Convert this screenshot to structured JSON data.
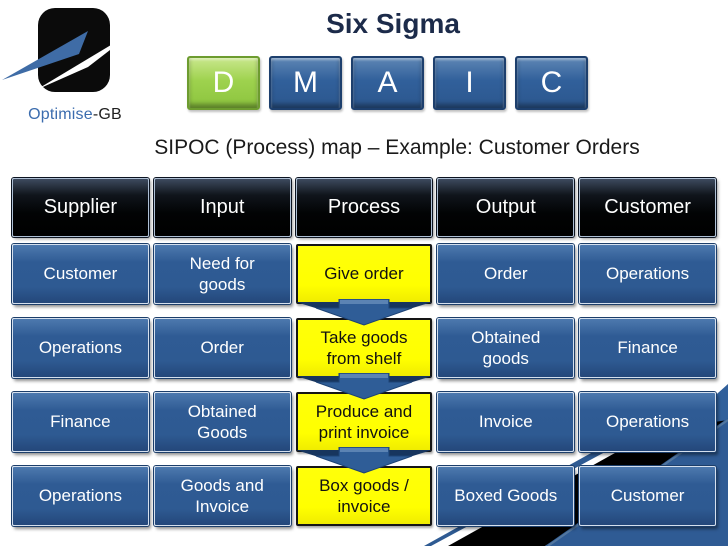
{
  "slide": {
    "title": "Six Sigma",
    "subtitle": "SIPOC (Process) map – Example: Customer Orders"
  },
  "logo": {
    "icon": "optimise-swoosh-logo",
    "brand": "Optimise",
    "suffix": "-GB"
  },
  "dmaic": {
    "steps": [
      {
        "label": "D",
        "active": true
      },
      {
        "label": "M",
        "active": false
      },
      {
        "label": "A",
        "active": false
      },
      {
        "label": "I",
        "active": false
      },
      {
        "label": "C",
        "active": false
      }
    ]
  },
  "sipoc": {
    "headers": [
      "Supplier",
      "Input",
      "Process",
      "Output",
      "Customer"
    ],
    "rows": [
      {
        "supplier": "Customer",
        "input": "Need for goods",
        "process": "Give order",
        "output": "Order",
        "customer": "Operations",
        "arrow_after": true
      },
      {
        "supplier": "Operations",
        "input": "Order",
        "process": "Take goods from shelf",
        "output": "Obtained goods",
        "customer": "Finance",
        "arrow_after": true
      },
      {
        "supplier": "Finance",
        "input": "Obtained Goods",
        "process": "Produce and print invoice",
        "output": "Invoice",
        "customer": "Operations",
        "arrow_after": true
      },
      {
        "supplier": "Operations",
        "input": "Goods and Invoice",
        "process": "Box goods / invoice",
        "output": "Boxed Goods",
        "customer": "Customer",
        "arrow_after": false
      }
    ]
  },
  "colors": {
    "box_blue": "#2f5b94",
    "box_black": "#000000",
    "process_yellow": "#ffff00",
    "dmaic_active_green": "#9ed24e",
    "title_navy": "#1c2b4a",
    "brand_blue": "#3b6cae",
    "arrow_navy": "#17355e"
  }
}
